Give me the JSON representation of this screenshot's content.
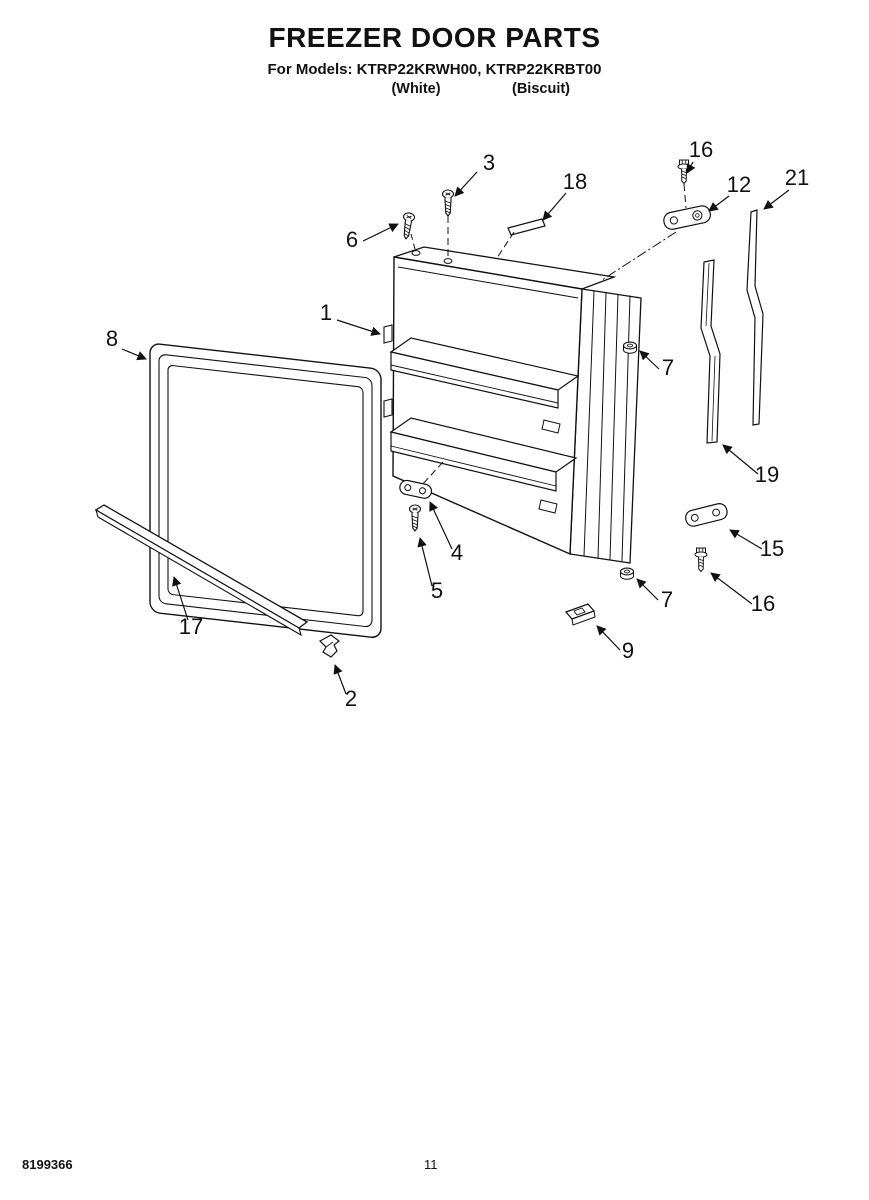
{
  "header": {
    "title": "FREEZER DOOR PARTS",
    "models_line": "For Models: KTRP22KRWH00, KTRP22KRBT00",
    "color_left": "(White)",
    "color_right": "(Biscuit)"
  },
  "callouts": {
    "c1": "1",
    "c2": "2",
    "c3": "3",
    "c4": "4",
    "c5": "5",
    "c6": "6",
    "c7a": "7",
    "c7b": "7",
    "c8": "8",
    "c9": "9",
    "c12": "12",
    "c15": "15",
    "c16a": "16",
    "c16b": "16",
    "c17": "17",
    "c18": "18",
    "c19": "19",
    "c21": "21"
  },
  "colors": {
    "ink": "#111111",
    "paper": "#ffffff"
  },
  "footer": {
    "doc_number": "8199366",
    "page_number": "11"
  }
}
